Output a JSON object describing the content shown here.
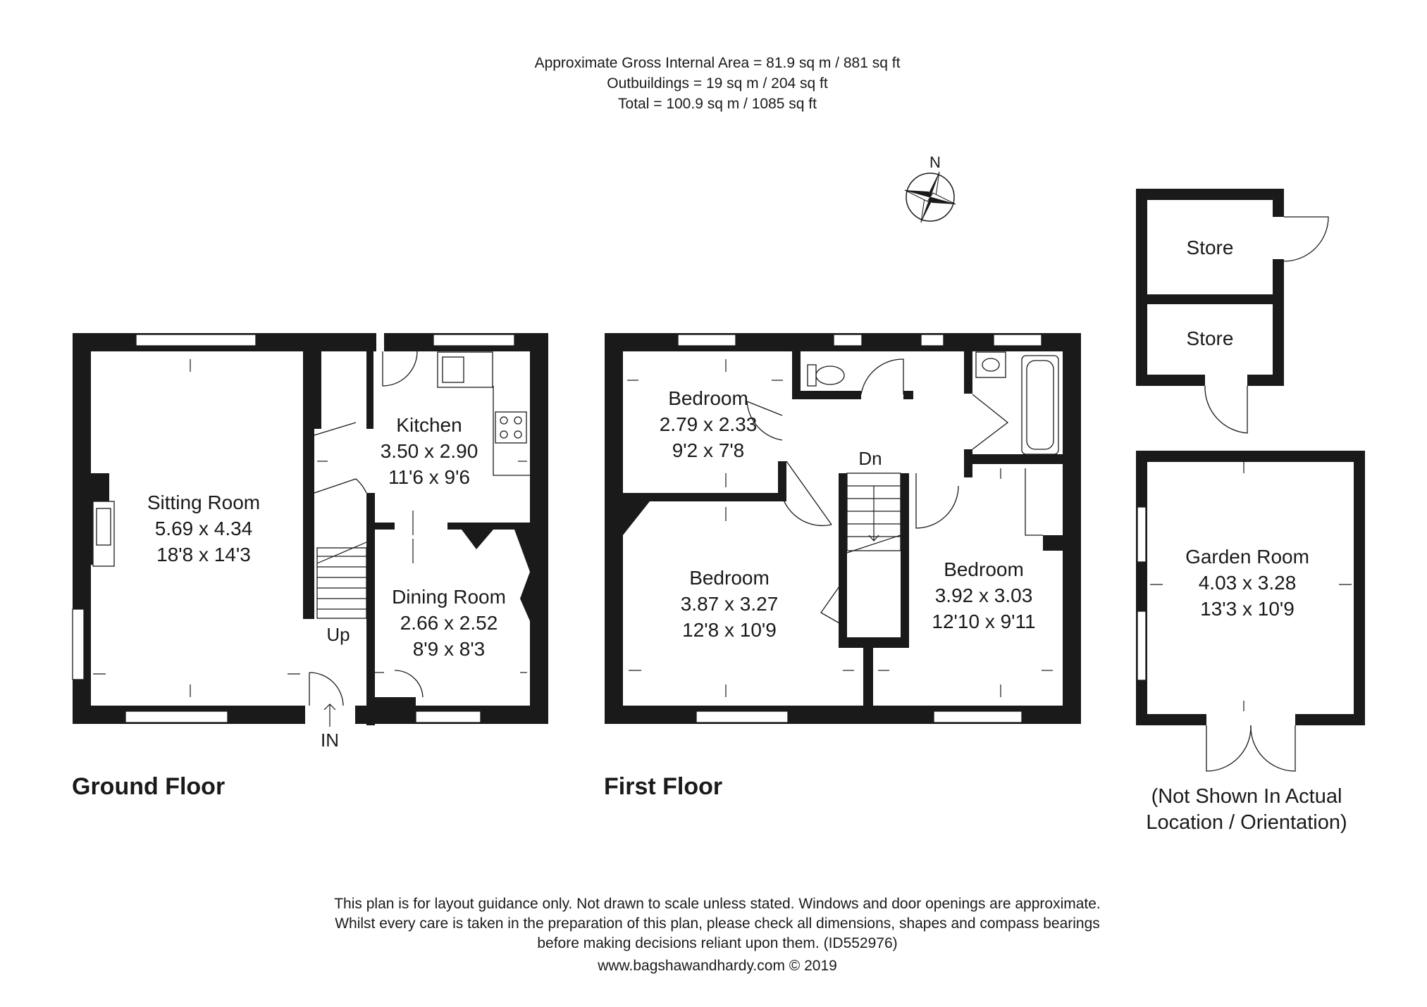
{
  "header": {
    "line1": "Approximate Gross Internal Area = 81.9 sq m / 881 sq ft",
    "line2": "Outbuildings = 19 sq m / 204 sq ft",
    "line3": "Total = 100.9 sq m / 1085 sq ft"
  },
  "compass": {
    "label": "N"
  },
  "ground_floor": {
    "title": "Ground Floor",
    "rooms": [
      {
        "name": "Sitting Room",
        "metric": "5.69 x 4.34",
        "imperial": "18'8 x 14'3"
      },
      {
        "name": "Kitchen",
        "metric": "3.50 x 2.90",
        "imperial": "11'6 x 9'6"
      },
      {
        "name": "Dining Room",
        "metric": "2.66 x 2.52",
        "imperial": "8'9 x 8'3"
      }
    ],
    "stairs_label": "Up",
    "entrance_label": "IN"
  },
  "first_floor": {
    "title": "First Floor",
    "rooms": [
      {
        "name": "Bedroom",
        "metric": "2.79 x 2.33",
        "imperial": "9'2 x 7'8"
      },
      {
        "name": "Bedroom",
        "metric": "3.87 x 3.27",
        "imperial": "12'8 x 10'9"
      },
      {
        "name": "Bedroom",
        "metric": "3.92 x 3.03",
        "imperial": "12'10 x 9'11"
      }
    ],
    "stairs_label": "Dn"
  },
  "outbuildings": {
    "store_1": "Store",
    "store_2": "Store",
    "garden_room": {
      "name": "Garden Room",
      "metric": "4.03 x 3.28",
      "imperial": "13'3 x 10'9"
    },
    "note_line1": "(Not Shown In Actual",
    "note_line2": "Location / Orientation)"
  },
  "footer": {
    "line1": "This plan is for layout guidance only. Not drawn to scale unless stated. Windows and door openings are approximate.",
    "line2": "Whilst every care is taken in the preparation of this plan, please check all dimensions, shapes and compass bearings",
    "line3": "before making decisions reliant upon them. (ID552976)",
    "line4": "www.bagshawandhardy.com © 2019"
  }
}
